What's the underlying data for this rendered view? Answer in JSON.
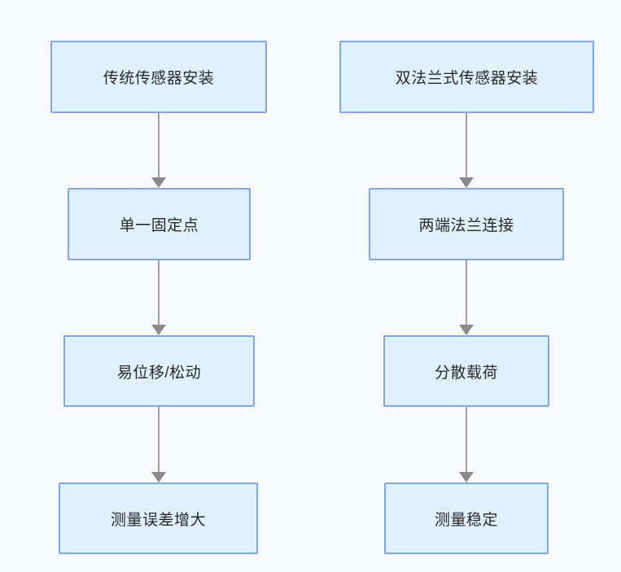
{
  "diagram": {
    "type": "flowchart",
    "background_color": "#f8f9fa",
    "node_fill_color": "#def1fc",
    "node_border_color": "#7da7f0",
    "arrow_color": "#9f9f9f",
    "text_color": "#2a2a2a",
    "columns": [
      {
        "id": "traditional-install",
        "steps": [
          {
            "label": "传统传感器安装"
          },
          {
            "label": "单一固定点"
          },
          {
            "label": "易位移/松动"
          },
          {
            "label": "测量误差增大"
          }
        ]
      },
      {
        "id": "double-flange-install",
        "steps": [
          {
            "label": "双法兰式传感器安装"
          },
          {
            "label": "两端法兰连接"
          },
          {
            "label": "分散载荷"
          },
          {
            "label": "测量稳定"
          }
        ]
      }
    ]
  }
}
